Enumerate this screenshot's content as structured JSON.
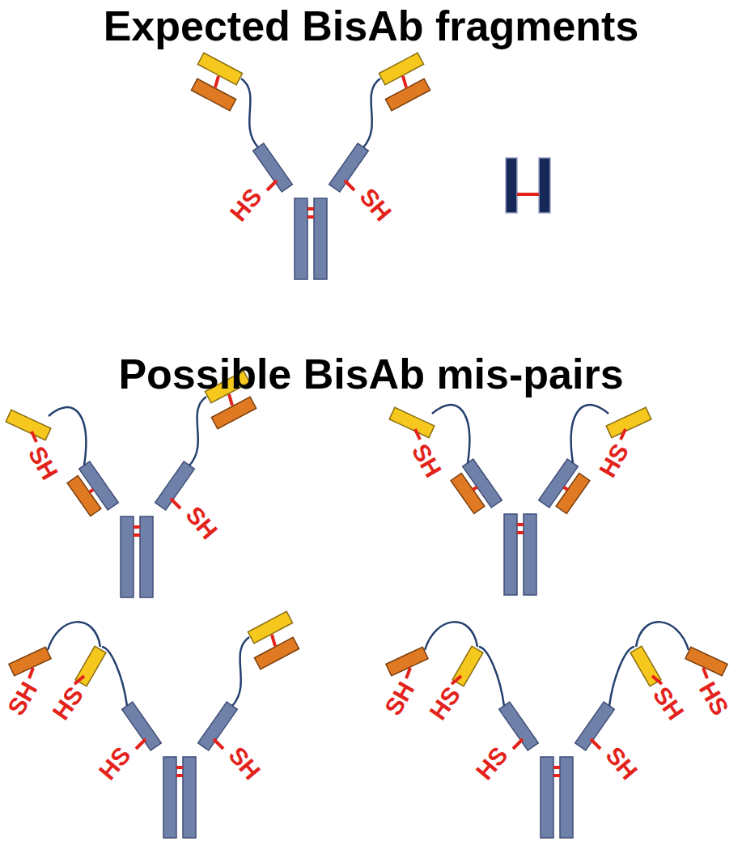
{
  "diagram": {
    "title": "Expected BisAb fragments",
    "labels": [
      "Possible BisAb mis-pairs",
      "HS",
      "SH",
      "SH",
      "SH",
      "SH",
      "HS",
      "SH",
      "HS",
      "HS",
      "SH",
      "SH",
      "HS",
      "SH",
      "HS",
      "HS",
      "SH"
    ]
  }
}
